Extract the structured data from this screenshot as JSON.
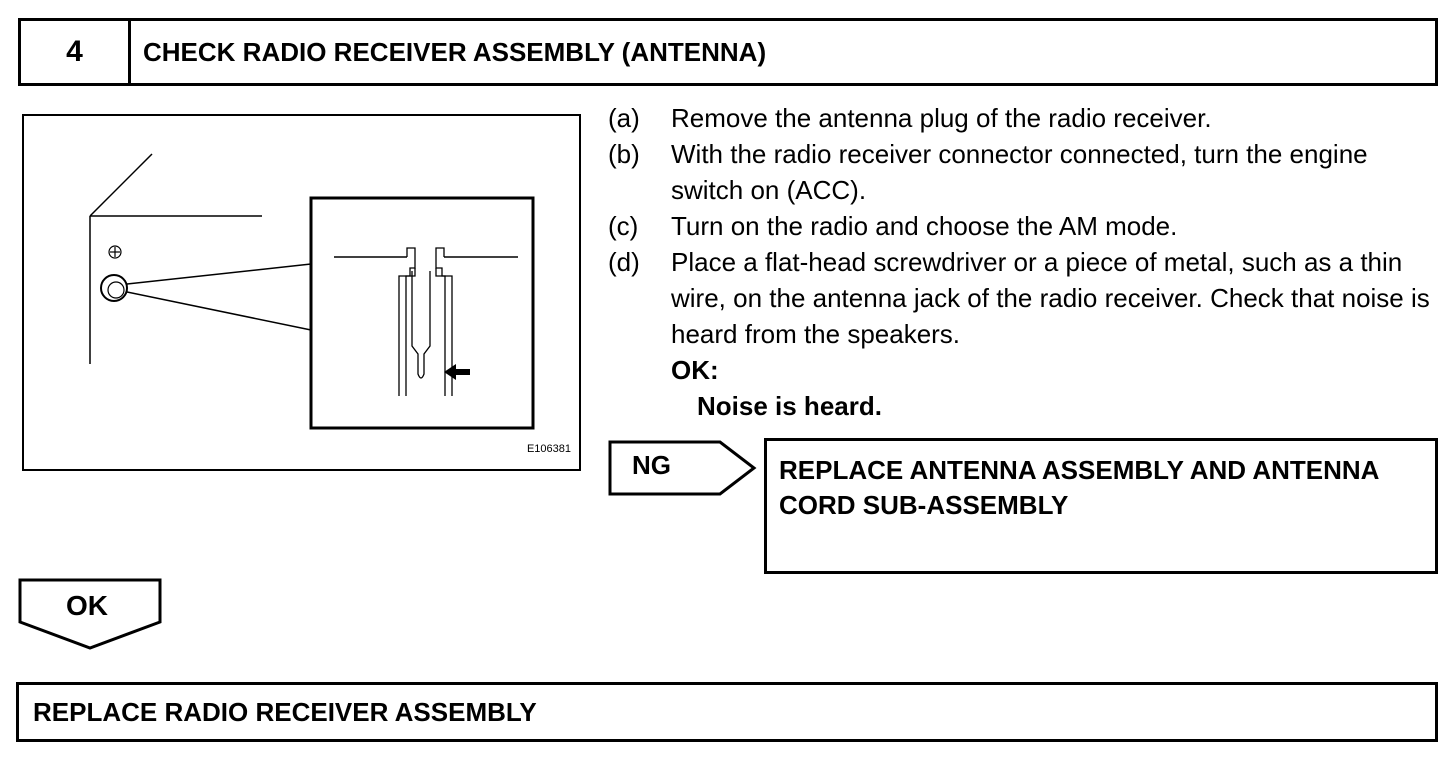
{
  "header": {
    "step_number": "4",
    "title": "CHECK RADIO RECEIVER ASSEMBLY (ANTENNA)"
  },
  "illustration": {
    "id": "E106381"
  },
  "procedure": [
    {
      "key": "(a)",
      "text": "Remove the antenna plug of the radio receiver."
    },
    {
      "key": "(b)",
      "text": "With the radio receiver connector connected, turn the engine switch on (ACC)."
    },
    {
      "key": "(c)",
      "text": "Turn on the radio and choose the AM mode."
    },
    {
      "key": "(d)",
      "text": "Place a flat-head screwdriver or a piece of metal, such as a thin wire, on the antenna jack of the radio receiver. Check that noise is heard from the speakers."
    }
  ],
  "result": {
    "label": "OK:",
    "value": "Noise is heard."
  },
  "ng_branch": {
    "tag": "NG",
    "action": "REPLACE ANTENNA ASSEMBLY AND ANTENNA CORD SUB-ASSEMBLY"
  },
  "ok_branch": {
    "tag": "OK",
    "action": "REPLACE RADIO RECEIVER ASSEMBLY"
  }
}
